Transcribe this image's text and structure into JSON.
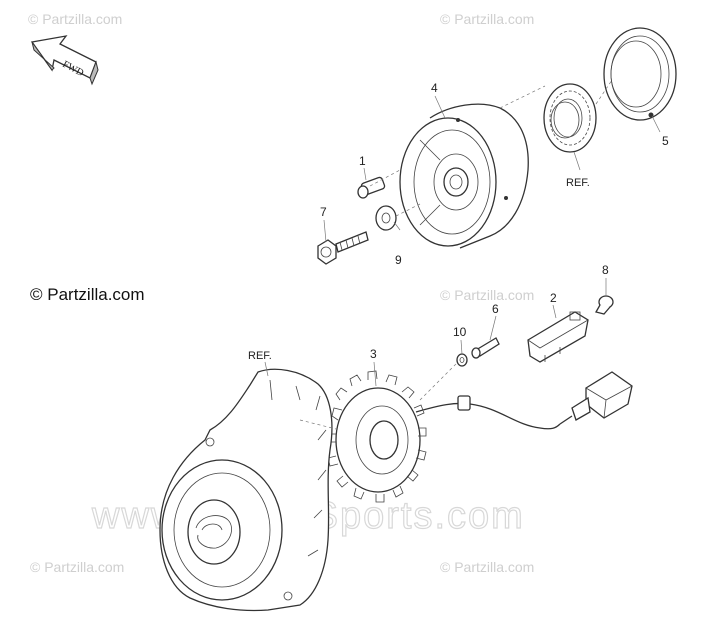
{
  "direction_arrow": {
    "label": "FWD"
  },
  "copyright": "© Partzilla.com",
  "watermarks": {
    "small": "© Partzilla.com",
    "large": "www.Alpha-Sports.com"
  },
  "callouts": {
    "c1": "1",
    "c2": "2",
    "c3": "3",
    "c4": "4",
    "c5": "5",
    "c6": "6",
    "c7": "7",
    "c8": "8",
    "c9": "9",
    "c10": "10"
  },
  "ref_labels": {
    "ref_bearing": "REF.",
    "ref_cover": "REF."
  }
}
